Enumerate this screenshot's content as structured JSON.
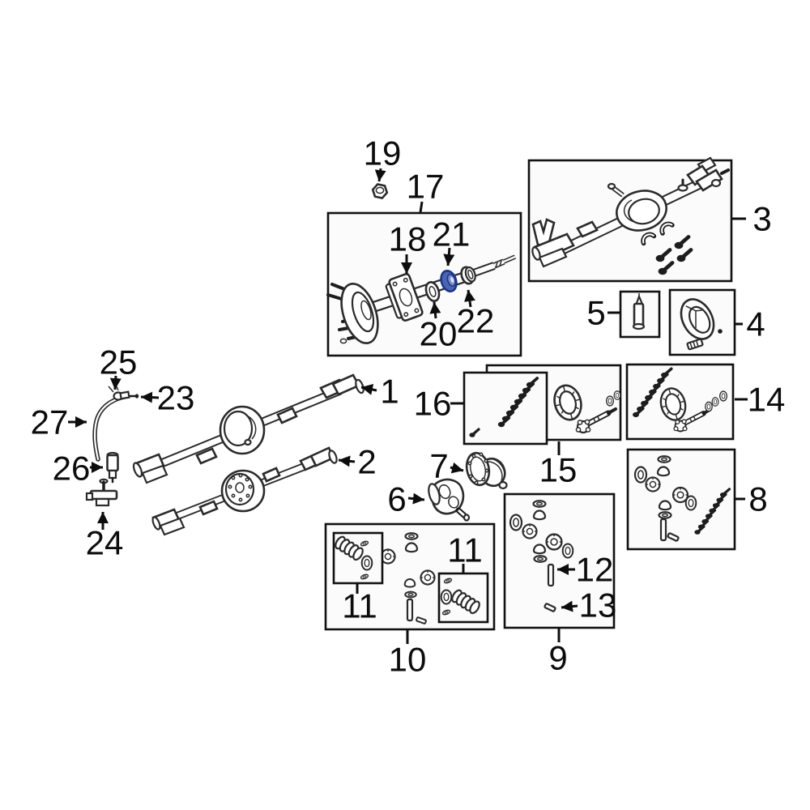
{
  "diagram": {
    "type": "exploded-parts-diagram",
    "subject": "rear-axle-assembly"
  },
  "colors": {
    "highlight_fill": "#4a66b2",
    "highlight_mid": "#7b90cc",
    "highlight_edge": "#1c3586",
    "line": "#2b2b2b",
    "background": "#ffffff"
  },
  "callouts": {
    "1": "1",
    "2": "2",
    "3": "3",
    "4": "4",
    "5": "5",
    "6": "6",
    "7": "7",
    "8": "8",
    "9": "9",
    "10": "10",
    "11": "11",
    "12": "12",
    "13": "13",
    "14": "14",
    "15": "15",
    "16": "16",
    "17": "17",
    "18": "18",
    "19": "19",
    "20": "20",
    "21": "21",
    "22": "22",
    "23": "23",
    "24": "24",
    "25": "25",
    "26": "26",
    "27": "27"
  }
}
